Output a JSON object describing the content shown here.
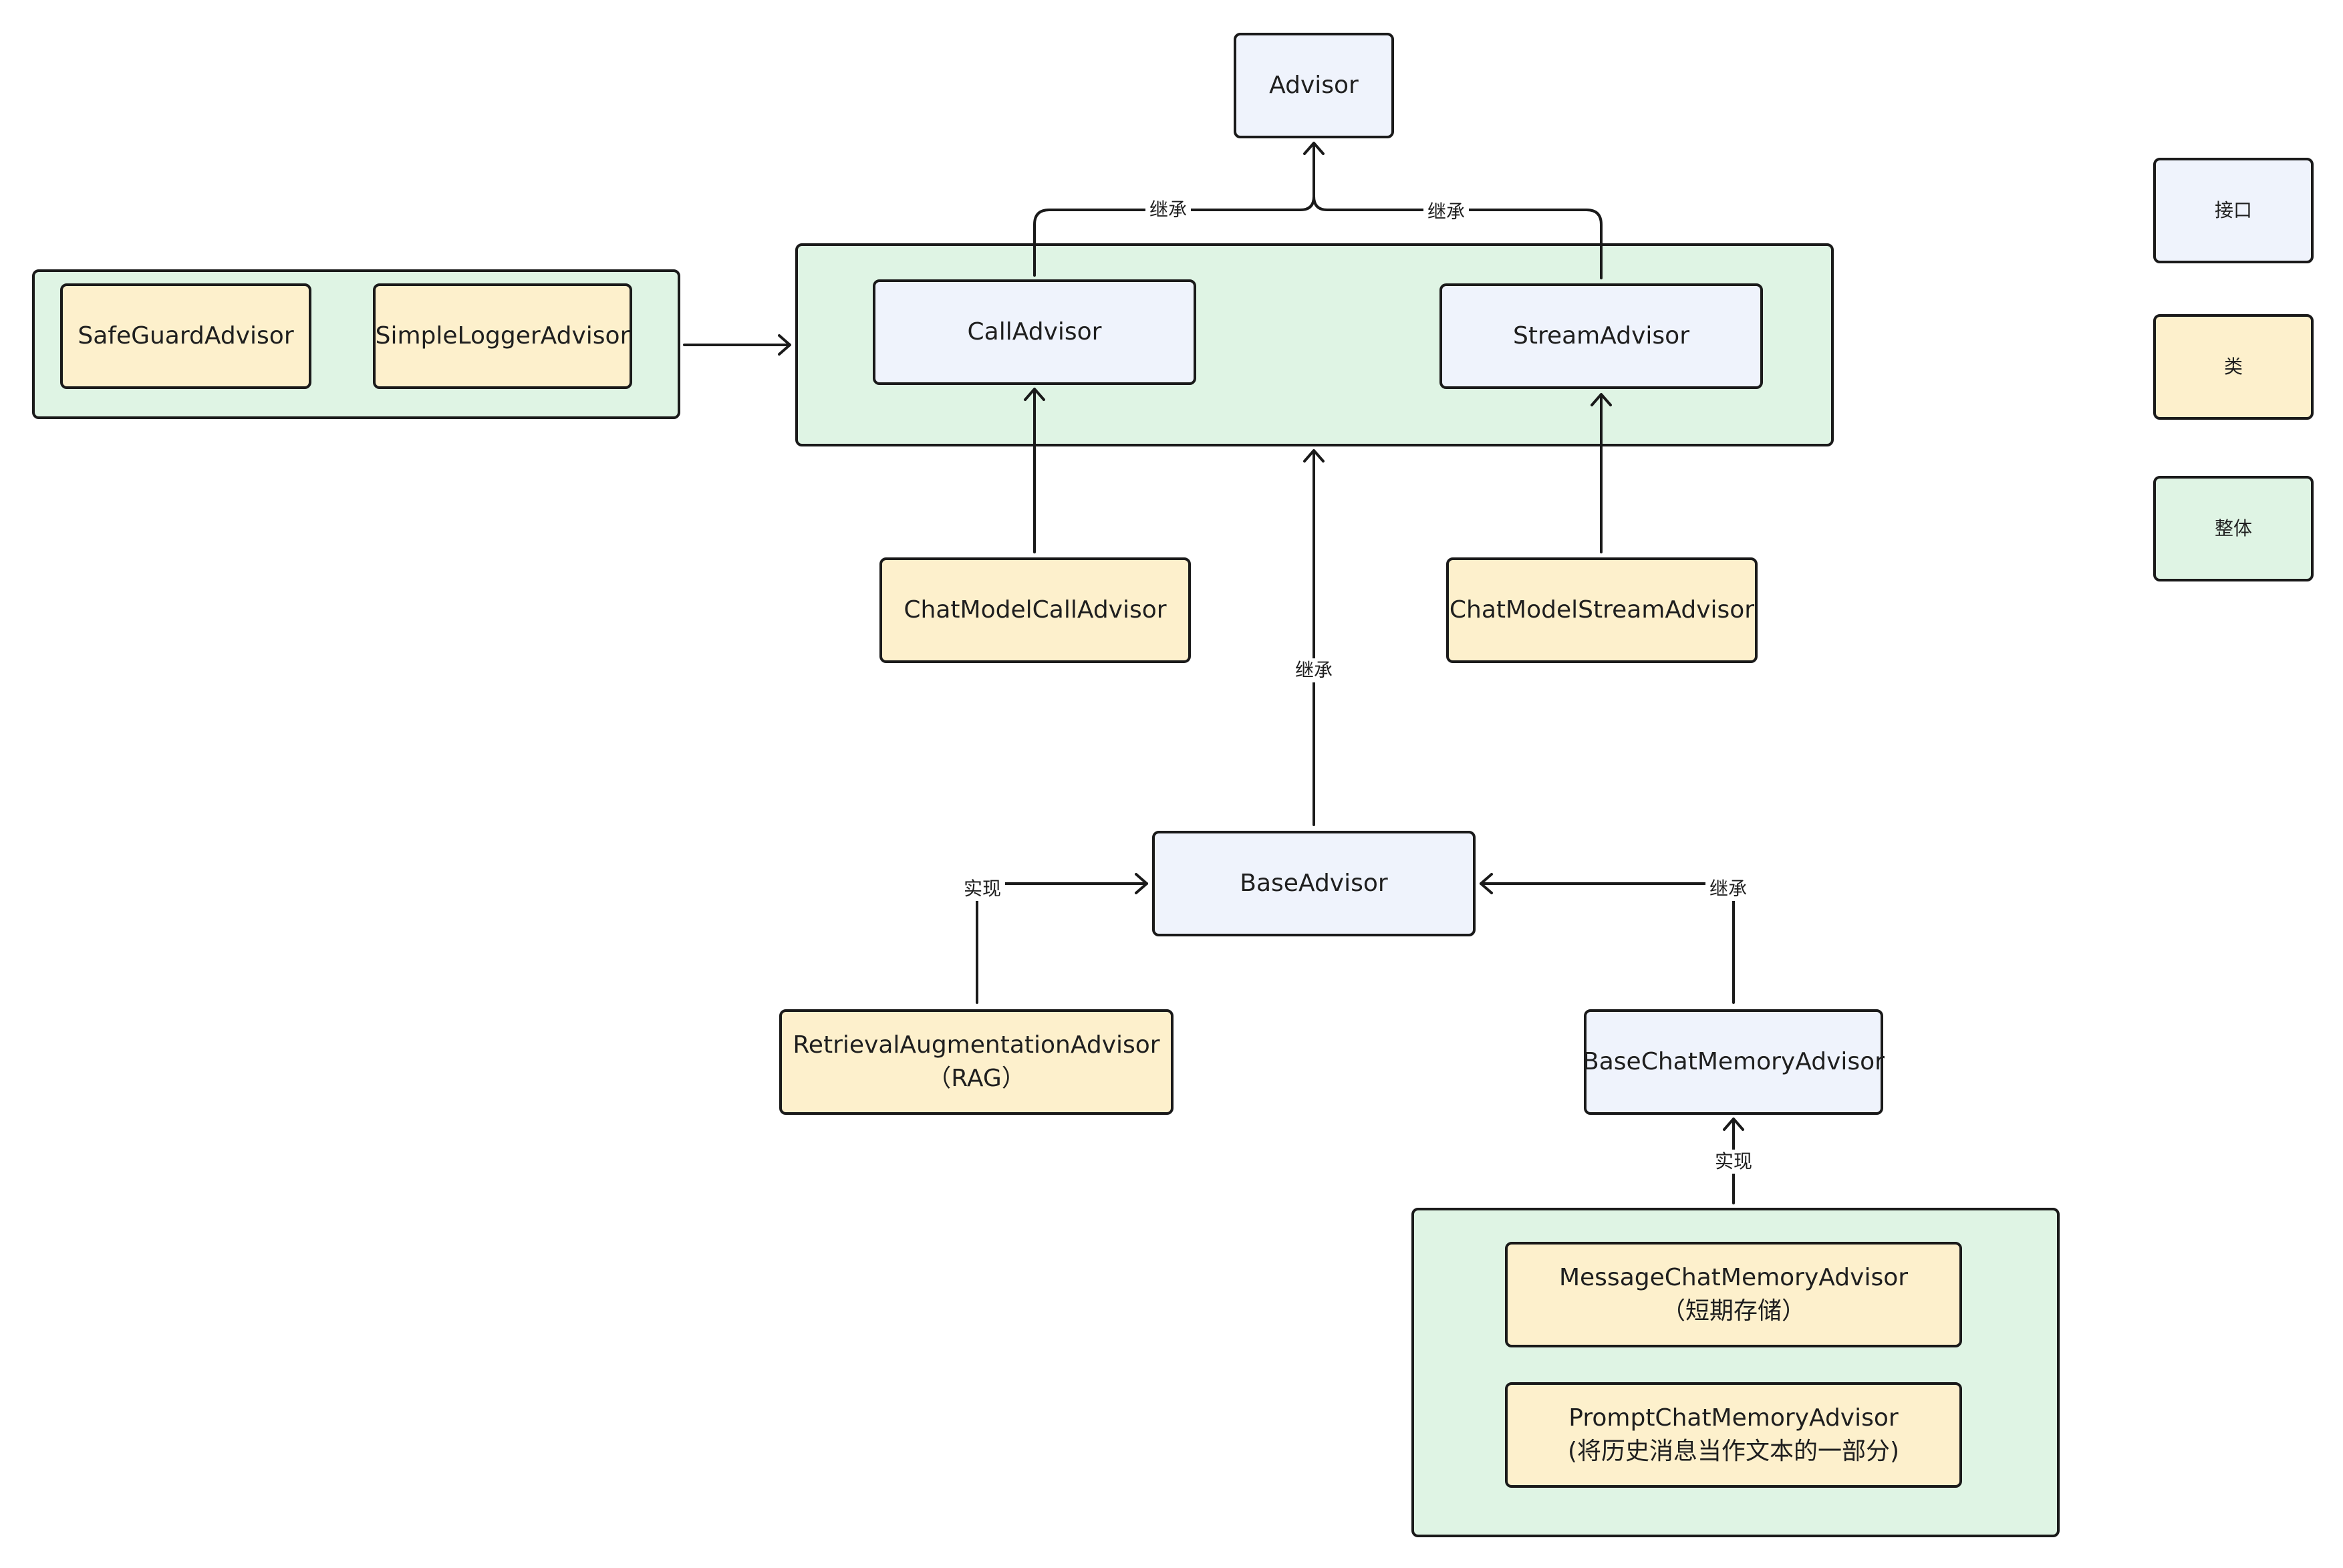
{
  "nodes": {
    "advisor": "Advisor",
    "call_advisor": "CallAdvisor",
    "stream_advisor": "StreamAdvisor",
    "safeguard_advisor": "SafeGuardAdvisor",
    "simple_logger_advisor": "SimpleLoggerAdvisor",
    "chat_model_call_advisor": "ChatModelCallAdvisor",
    "chat_model_stream_advisor": "ChatModelStreamAdvisor",
    "base_advisor": "BaseAdvisor",
    "retrieval_advisor": {
      "line1": "RetrievalAugmentationAdvisor",
      "line2": "（RAG）"
    },
    "base_chat_memory_advisor": "BaseChatMemoryAdvisor",
    "message_chat_memory_advisor": {
      "line1": "MessageChatMemoryAdvisor",
      "line2": "（短期存储）"
    },
    "prompt_chat_memory_advisor": {
      "line1": "PromptChatMemoryAdvisor",
      "line2": "(将历史消息当作文本的一部分)"
    }
  },
  "edge_labels": {
    "call_to_advisor": "继承",
    "stream_to_advisor": "继承",
    "base_to_group": "继承",
    "retrieval_to_base": "实现",
    "memory_to_base": "继承",
    "memory_group_to_memory": "实现"
  },
  "legend": {
    "interface": "接口",
    "class": "类",
    "whole": "整体"
  },
  "colors": {
    "interface_fill": "#eff3fc",
    "class_fill": "#fdf0cc",
    "group_fill": "#dff4e4",
    "stroke": "#1a1a1a"
  }
}
